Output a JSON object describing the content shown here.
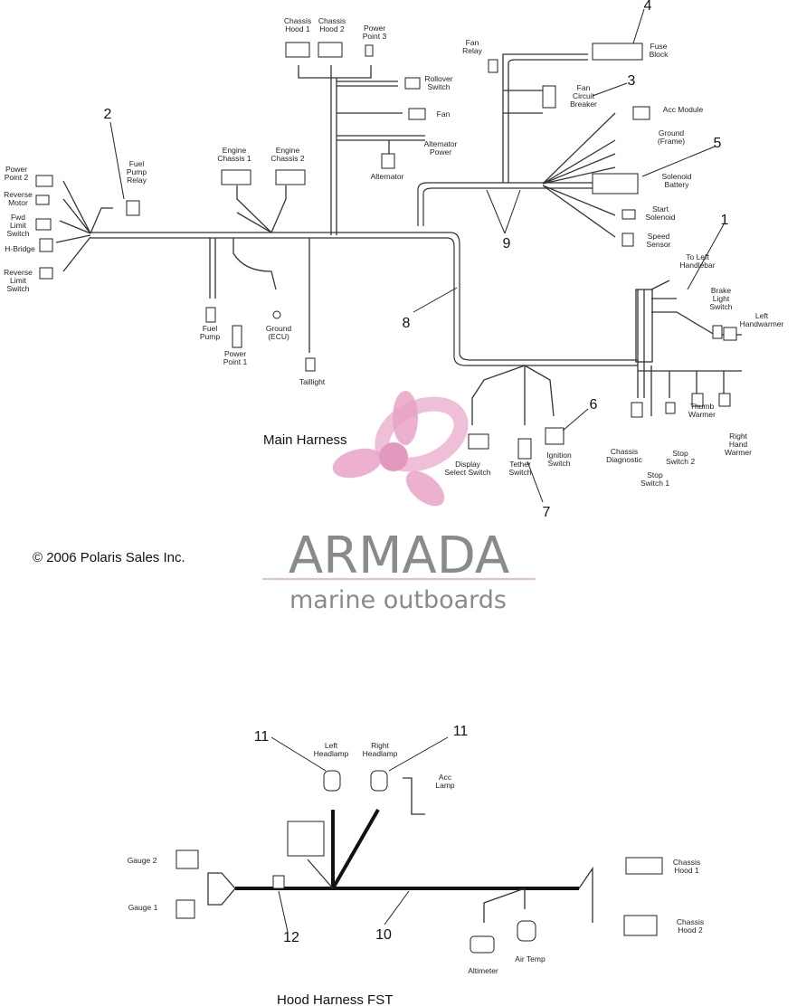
{
  "main_title": "Main Harness",
  "hood_title": "Hood Harness  FST",
  "copyright": "© 2006 Polaris Sales Inc.",
  "watermark": {
    "name": "ARMADA",
    "tagline": "marine outboards",
    "logo_color": "#e8a3c6",
    "text_color": "#8a8a8a"
  },
  "callouts": [
    "1",
    "2",
    "3",
    "4",
    "5",
    "6",
    "7",
    "8",
    "9",
    "10",
    "11",
    "11",
    "12"
  ],
  "main_labels": [
    [
      "Chassis",
      "Hood 1"
    ],
    [
      "Chassis",
      "Hood 2"
    ],
    [
      "Power",
      "Point 3"
    ],
    [
      "Fan",
      "Relay"
    ],
    [
      "Fuse",
      "Block"
    ],
    [
      "Rollover",
      "Switch"
    ],
    [
      "Fan"
    ],
    [
      "Fan",
      "Circuit",
      "Breaker"
    ],
    [
      "Acc Module"
    ],
    [
      "Alternator",
      "Power"
    ],
    [
      "Ground",
      "(Frame)"
    ],
    [
      "Alternator"
    ],
    [
      "Solenoid",
      "Battery"
    ],
    [
      "Start",
      "Solenoid"
    ],
    [
      "Speed",
      "Sensor"
    ],
    [
      "Engine",
      "Chassis 1"
    ],
    [
      "Engine",
      "Chassis 2"
    ],
    [
      "Fuel",
      "Pump",
      "Relay"
    ],
    [
      "Power",
      "Point 2"
    ],
    [
      "Reverse",
      "Motor"
    ],
    [
      "Fwd",
      "Limit",
      "Switch"
    ],
    [
      "H-Bridge"
    ],
    [
      "Reverse",
      "Limit",
      "Switch"
    ],
    [
      "To Left",
      "Handlebar"
    ],
    [
      "Brake",
      "Light",
      "Switch"
    ],
    [
      "Left",
      "Handwarmer"
    ],
    [
      "Fuel",
      "Pump"
    ],
    [
      "Power",
      "Point 1"
    ],
    [
      "Ground",
      "(ECU)"
    ],
    [
      "Taillight"
    ],
    [
      "Display",
      "Select Switch"
    ],
    [
      "Tether",
      "Switch"
    ],
    [
      "Ignition",
      "Switch"
    ],
    [
      "Chassis",
      "Diagnostic"
    ],
    [
      "Stop",
      "Switch 1"
    ],
    [
      "Stop",
      "Switch 2"
    ],
    [
      "Thumb",
      "Warmer"
    ],
    [
      "Right",
      "Hand",
      "Warmer"
    ]
  ],
  "hood_labels": [
    [
      "Left",
      "Headlamp"
    ],
    [
      "Right",
      "Headlamp"
    ],
    [
      "Acc",
      "Lamp"
    ],
    [
      "Gauge 2"
    ],
    [
      "Gauge 1"
    ],
    [
      "Chassis",
      "Hood 1"
    ],
    [
      "Chassis",
      "Hood 2"
    ],
    [
      "Altimeter"
    ],
    [
      "Air Temp"
    ]
  ]
}
